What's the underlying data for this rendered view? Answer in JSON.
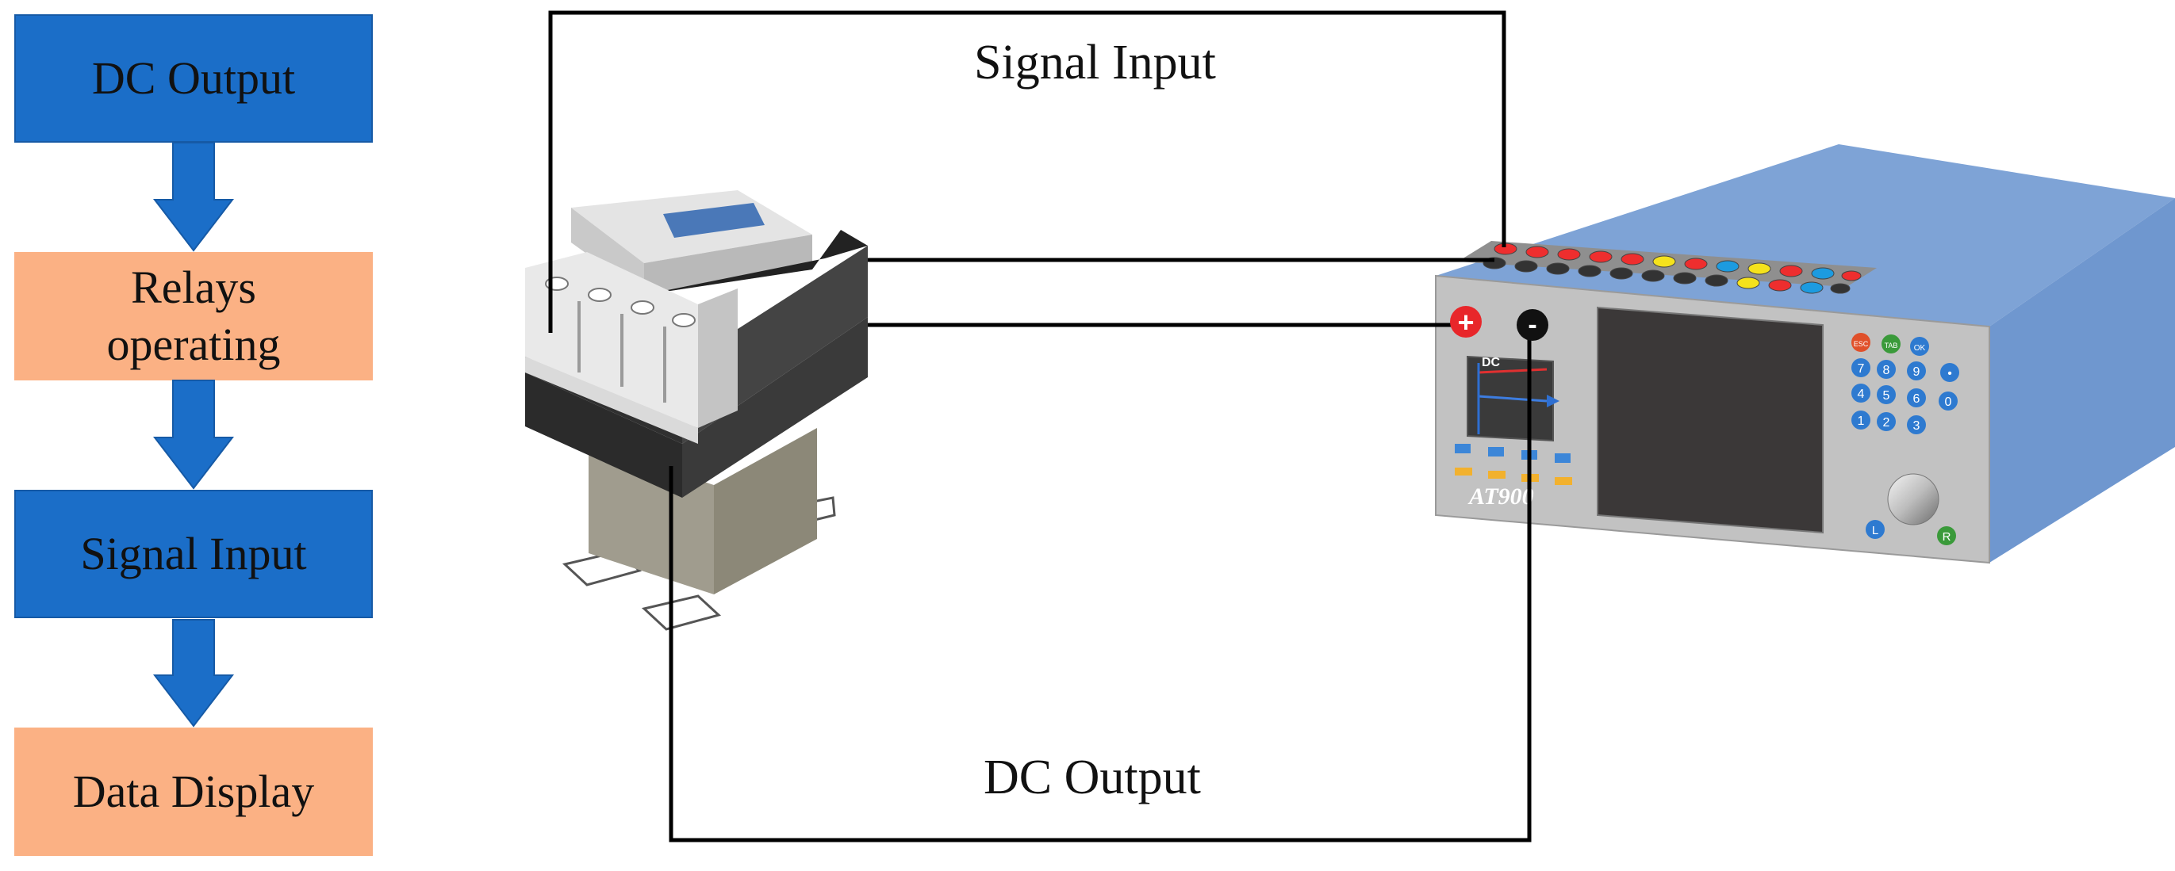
{
  "flow": {
    "steps": [
      {
        "label": "DC Output"
      },
      {
        "label": "Relays\noperating"
      },
      {
        "label": "Signal Input"
      },
      {
        "label": "Data Display"
      }
    ]
  },
  "wiring": {
    "top_label": "Signal Input",
    "bottom_label": "DC Output"
  },
  "device": {
    "model": "AT900",
    "screen_label": "DC",
    "terminal_plus": "+",
    "terminal_minus": "-",
    "keys": [
      "ESC",
      "TAB",
      "OK",
      "7",
      "8",
      "9",
      "4",
      "5",
      "6",
      "1",
      "2",
      "3",
      "•",
      "0"
    ],
    "knob_left": "L",
    "knob_right": "R"
  },
  "colors": {
    "flow_blue": "#1b6ec8",
    "flow_orange": "#fbb184",
    "device_top": "#7ea3d6",
    "device_front": "#c2c2c2",
    "device_side": "#6f97cf"
  }
}
